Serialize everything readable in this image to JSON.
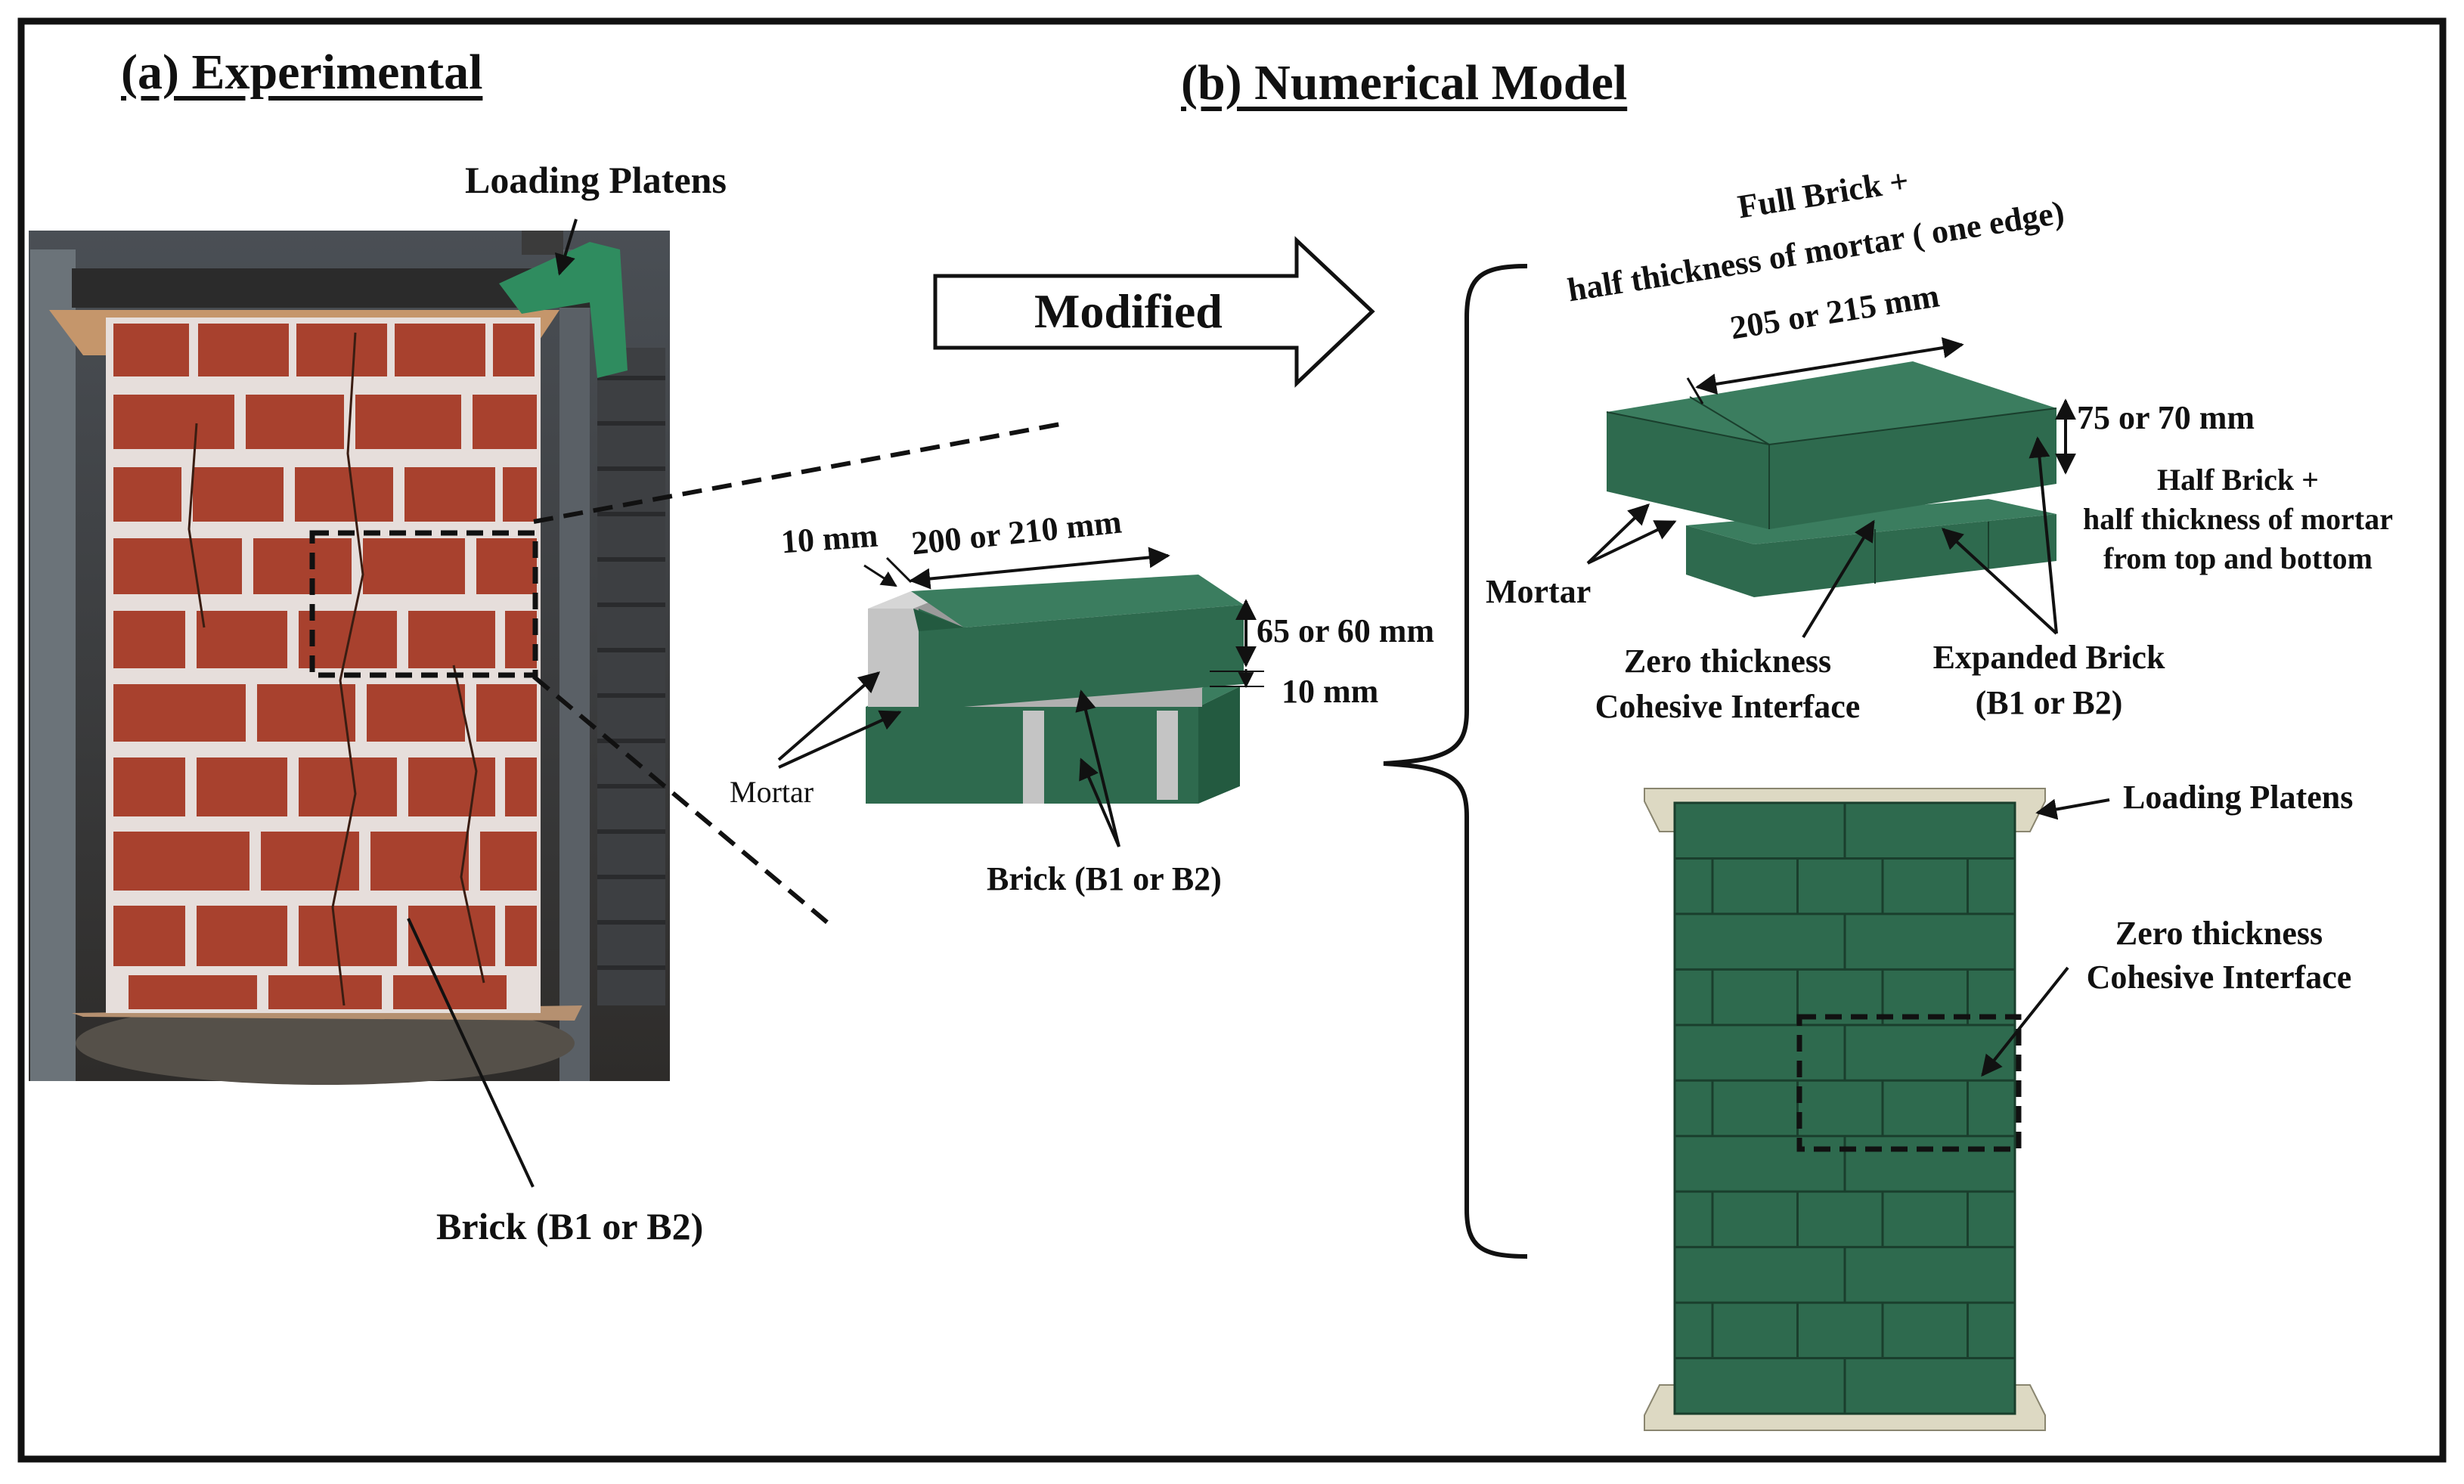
{
  "panels": {
    "experimental": {
      "title": "(a) Experimental",
      "labels": {
        "loading_platens": "Loading Platens",
        "brick": "Brick (B1 or B2)"
      }
    },
    "arrow_label": "Modified",
    "numerical": {
      "title": "(b) Numerical Model"
    }
  },
  "detail_unit": {
    "dim_mortar": "10 mm",
    "dim_length": "200 or 210 mm",
    "dim_height": "65 or 60 mm",
    "dim_joint": "10 mm",
    "mortar": "Mortar",
    "brick": "Brick (B1 or B2)"
  },
  "expanded_unit": {
    "full_brick_line1": "Full Brick +",
    "full_brick_line2": "half thickness of mortar ( one edge)",
    "dim_length": "205 or 215 mm",
    "dim_height": "75 or 70 mm",
    "half_brick_line1": "Half Brick +",
    "half_brick_line2": "half thickness of mortar",
    "half_brick_line3": "from top and bottom",
    "mortar": "Mortar",
    "interface_line1": "Zero thickness",
    "interface_line2": "Cohesive Interface",
    "expanded_line1": "Expanded Brick",
    "expanded_line2": "(B1 or B2)"
  },
  "prism_model": {
    "loading_platens": "Loading Platens",
    "interface_line1": "Zero thickness",
    "interface_line2": "Cohesive Interface"
  },
  "colors": {
    "brick_green_front": "#2e6a4e",
    "brick_green_top": "#3b7d5f",
    "brick_green_side": "#235a40",
    "mortar_grey": "#c4c4c4",
    "mortar_dark": "#9a9a9a",
    "platen": "#ddd9c3",
    "photo_brick": "#a8412e",
    "photo_mortar": "#e6dedb"
  },
  "icons": {
    "arrow": "hollow-right-arrow",
    "brace": "curly-brace"
  }
}
